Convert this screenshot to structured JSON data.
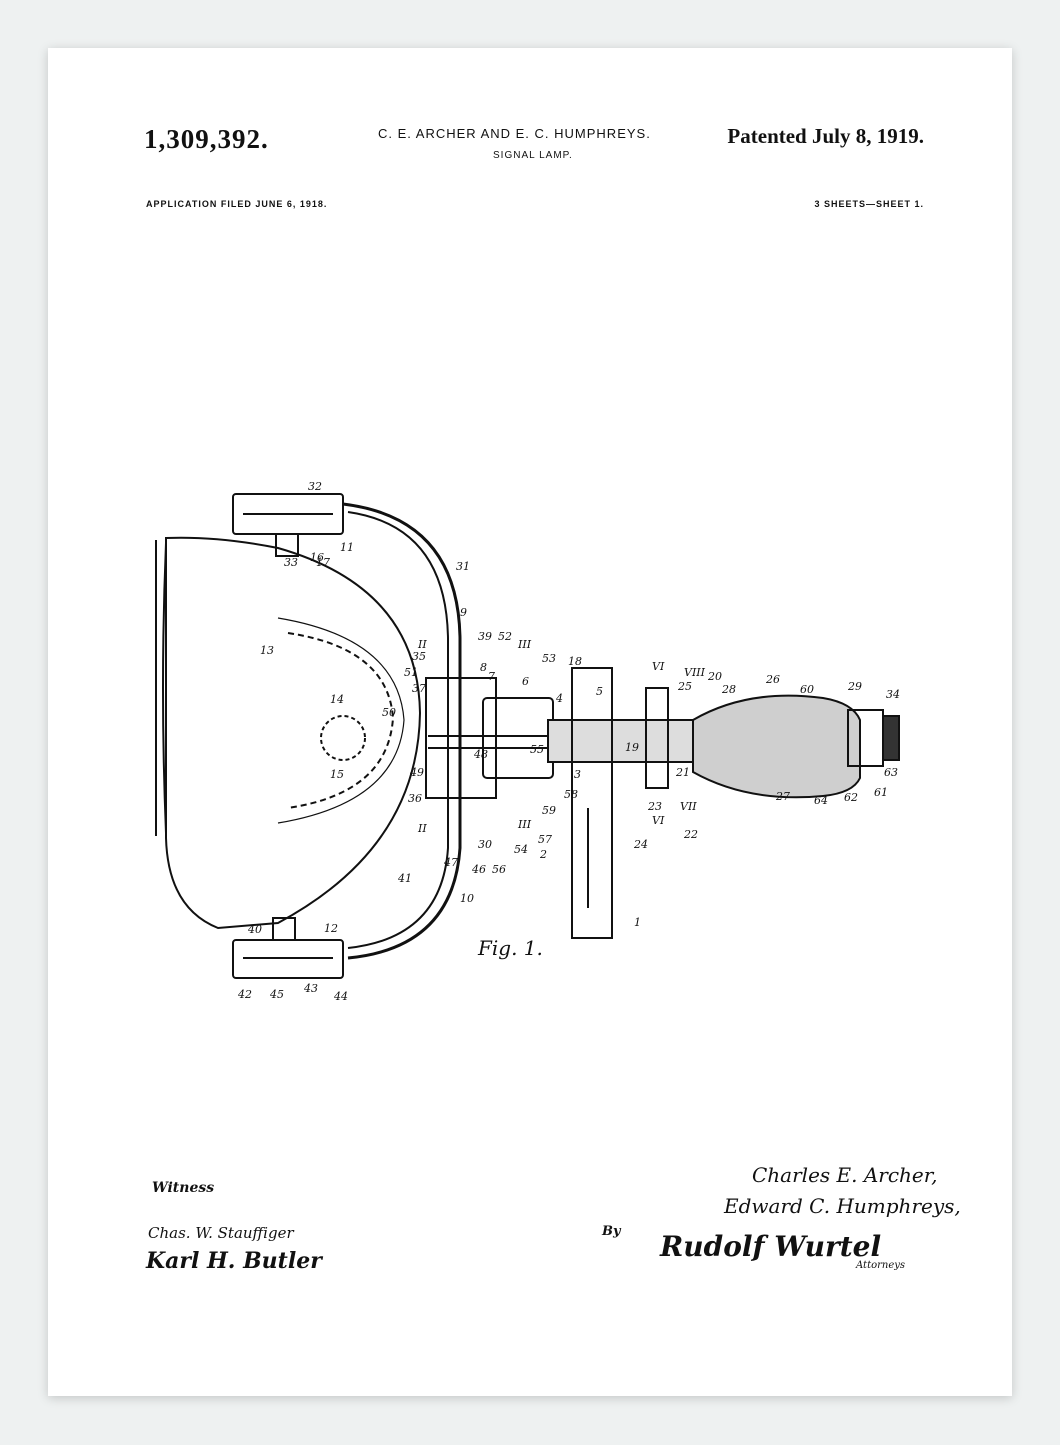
{
  "header": {
    "patent_number": "1,309,392.",
    "inventors": "C. E. ARCHER AND E. C. HUMPHREYS.",
    "title": "SIGNAL LAMP.",
    "patented": "Patented July 8, 1919.",
    "application": "APPLICATION FILED JUNE 6, 1918.",
    "sheets": "3 SHEETS—SHEET 1."
  },
  "figure": {
    "caption": "Fig. 1.",
    "labels": [
      "1",
      "2",
      "3",
      "4",
      "5",
      "6",
      "7",
      "8",
      "9",
      "10",
      "11",
      "12",
      "13",
      "14",
      "15",
      "16",
      "17",
      "18",
      "19",
      "20",
      "21",
      "22",
      "23",
      "24",
      "25",
      "26",
      "27",
      "28",
      "29",
      "30",
      "31",
      "32",
      "33",
      "34",
      "35",
      "36",
      "37",
      "40",
      "41",
      "42",
      "43",
      "44",
      "45",
      "46",
      "47",
      "48",
      "49",
      "50",
      "51",
      "52",
      "53",
      "54",
      "55",
      "56",
      "57",
      "58",
      "59",
      "60",
      "61",
      "62",
      "63",
      "64",
      "II",
      "III",
      "VI",
      "VII"
    ]
  },
  "footer": {
    "witness_label": "Witness",
    "witness_1": "Chas. W. Stauffiger",
    "witness_2": "Karl H. Butler",
    "inventor_1": "Charles E. Archer,",
    "inventor_2": "Edward C. Humphreys,",
    "by_label": "By",
    "attorney_signature": "Rudolf Wurtel",
    "attorneys_label": "Attorneys"
  }
}
